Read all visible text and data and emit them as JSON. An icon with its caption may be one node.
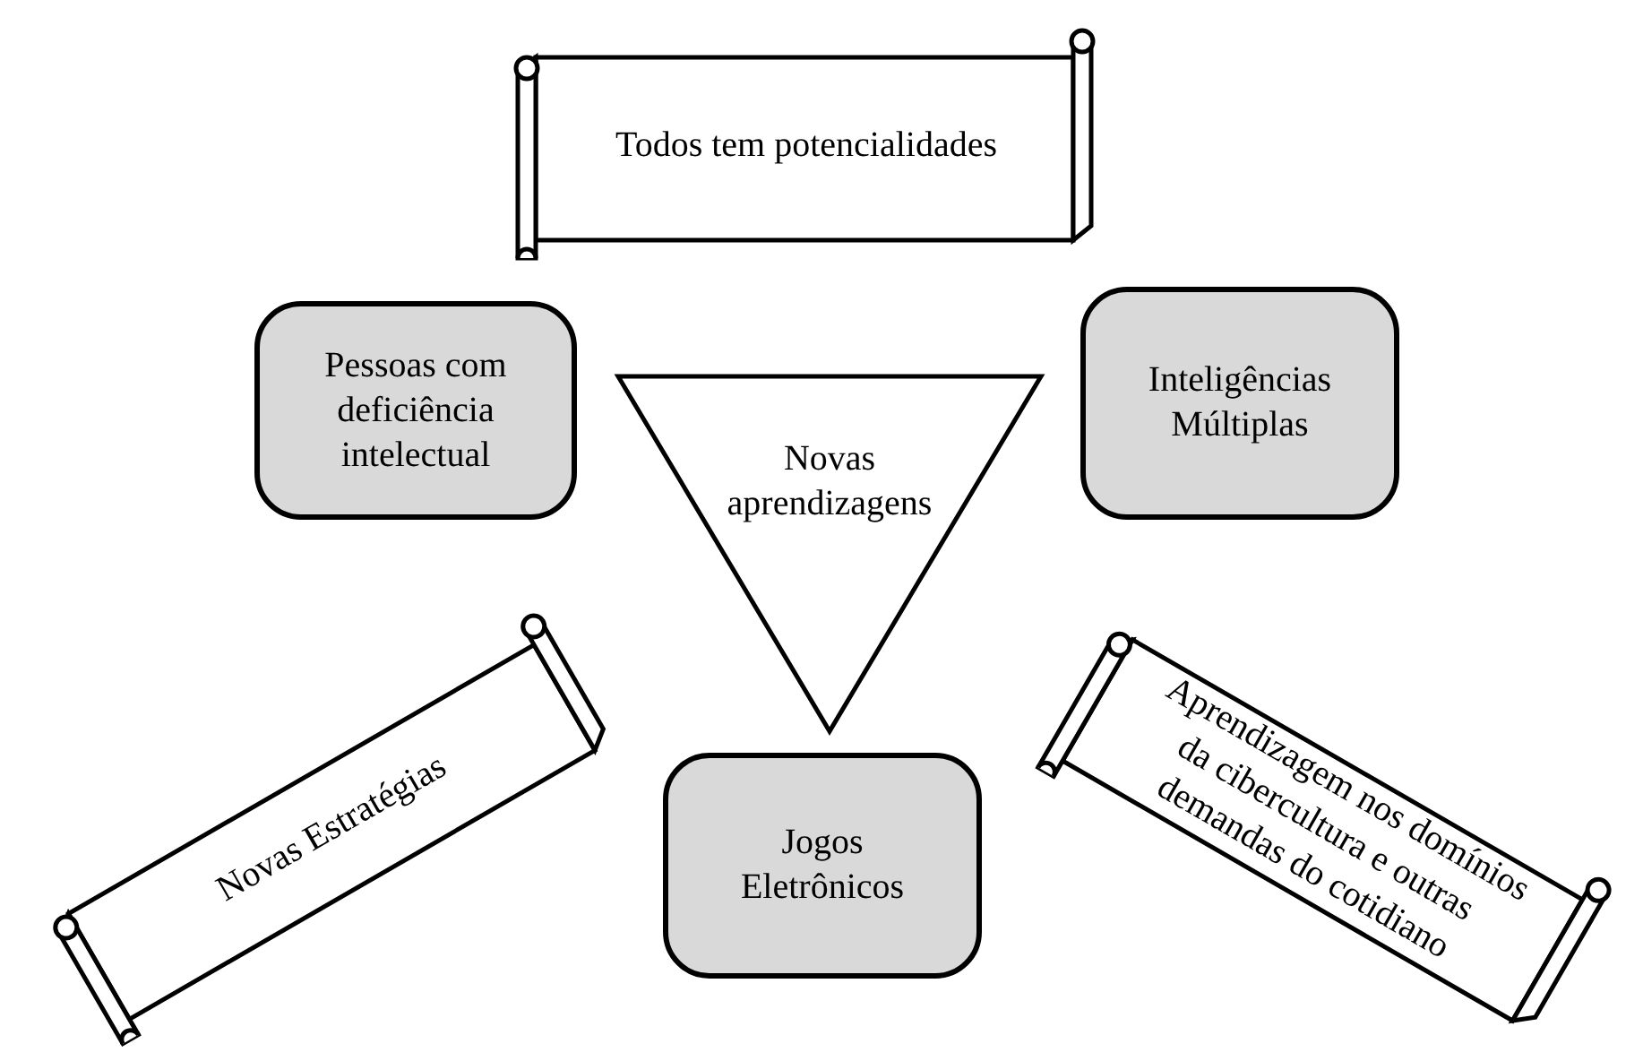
{
  "diagram": {
    "nodes": [
      {
        "text": [
          "Todos tem potencialidades"
        ]
      },
      {
        "text": [
          "Pessoas com deficiência intelectual"
        ]
      },
      {
        "text": [
          "Novas aprendizagens"
        ]
      },
      {
        "text": [
          "Inteligências Múltiplas"
        ]
      },
      {
        "text": [
          "Novas Estratégias"
        ]
      },
      {
        "text": [
          "Jogos Eletrônicos"
        ]
      },
      {
        "text": [
          "Aprendizagem nos domínios da cibercultura e outras demandas do cotidiano"
        ]
      }
    ]
  }
}
